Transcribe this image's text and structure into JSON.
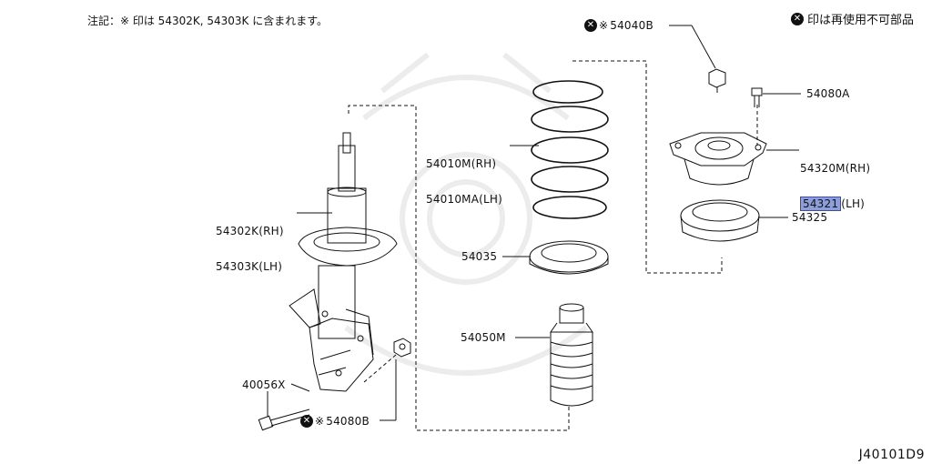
{
  "note": "注記：※ 印は 54302K, 54303K に含まれます。",
  "legend": {
    "icon": "x-circle-icon",
    "text": "印は再使用不可部品"
  },
  "diagram_code": "J40101D9",
  "highlight_color": "#8f9fd6",
  "parts": {
    "strut": {
      "line1": "54302K(RH)",
      "line2": "54303K(LH)"
    },
    "bolt_lower": {
      "label": "40056X"
    },
    "nut_lower": {
      "mark": "※",
      "label": "54080B",
      "icon": "x-circle-icon"
    },
    "spring": {
      "line1": "54010M(RH)",
      "line2": "54010MA(LH)"
    },
    "seat": {
      "label": "54035"
    },
    "boot": {
      "label": "54050M"
    },
    "nut_top": {
      "mark": "※",
      "label": "54040B",
      "icon": "x-circle-icon"
    },
    "bolt_top": {
      "label": "54080A"
    },
    "mount": {
      "line1": "54320M(RH)",
      "line2_part": "54321",
      "line2_side": "(LH)"
    },
    "bearing": {
      "label": "54325"
    }
  }
}
